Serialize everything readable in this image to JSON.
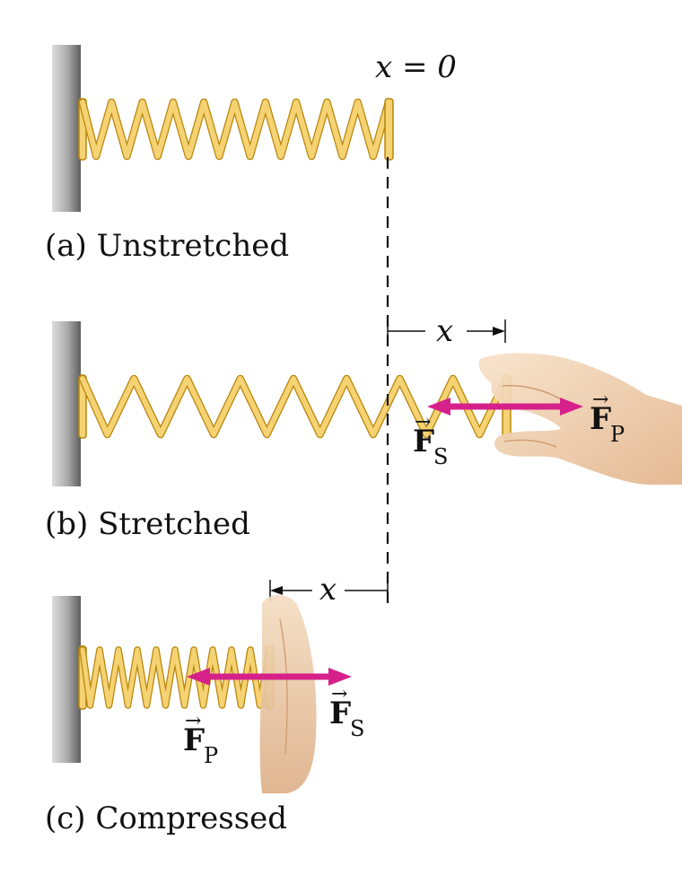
{
  "labels": {
    "origin_label": "x = 0",
    "caption_a": "(a) Unstretched",
    "caption_b": "(b) Stretched",
    "caption_c": "(c) Compressed",
    "displacement_b": "x",
    "displacement_c": "x",
    "force_pull": "F",
    "force_pull_sub": "P",
    "force_spring": "F",
    "force_spring_sub": "S"
  },
  "colors": {
    "spring_fill": "#F5D272",
    "spring_edge": "#B8860B",
    "wall_dark": "#7a7a7a",
    "wall_light": "#d9d9d9",
    "arrow": "#D6218B",
    "skin": "#EFD2B2"
  }
}
